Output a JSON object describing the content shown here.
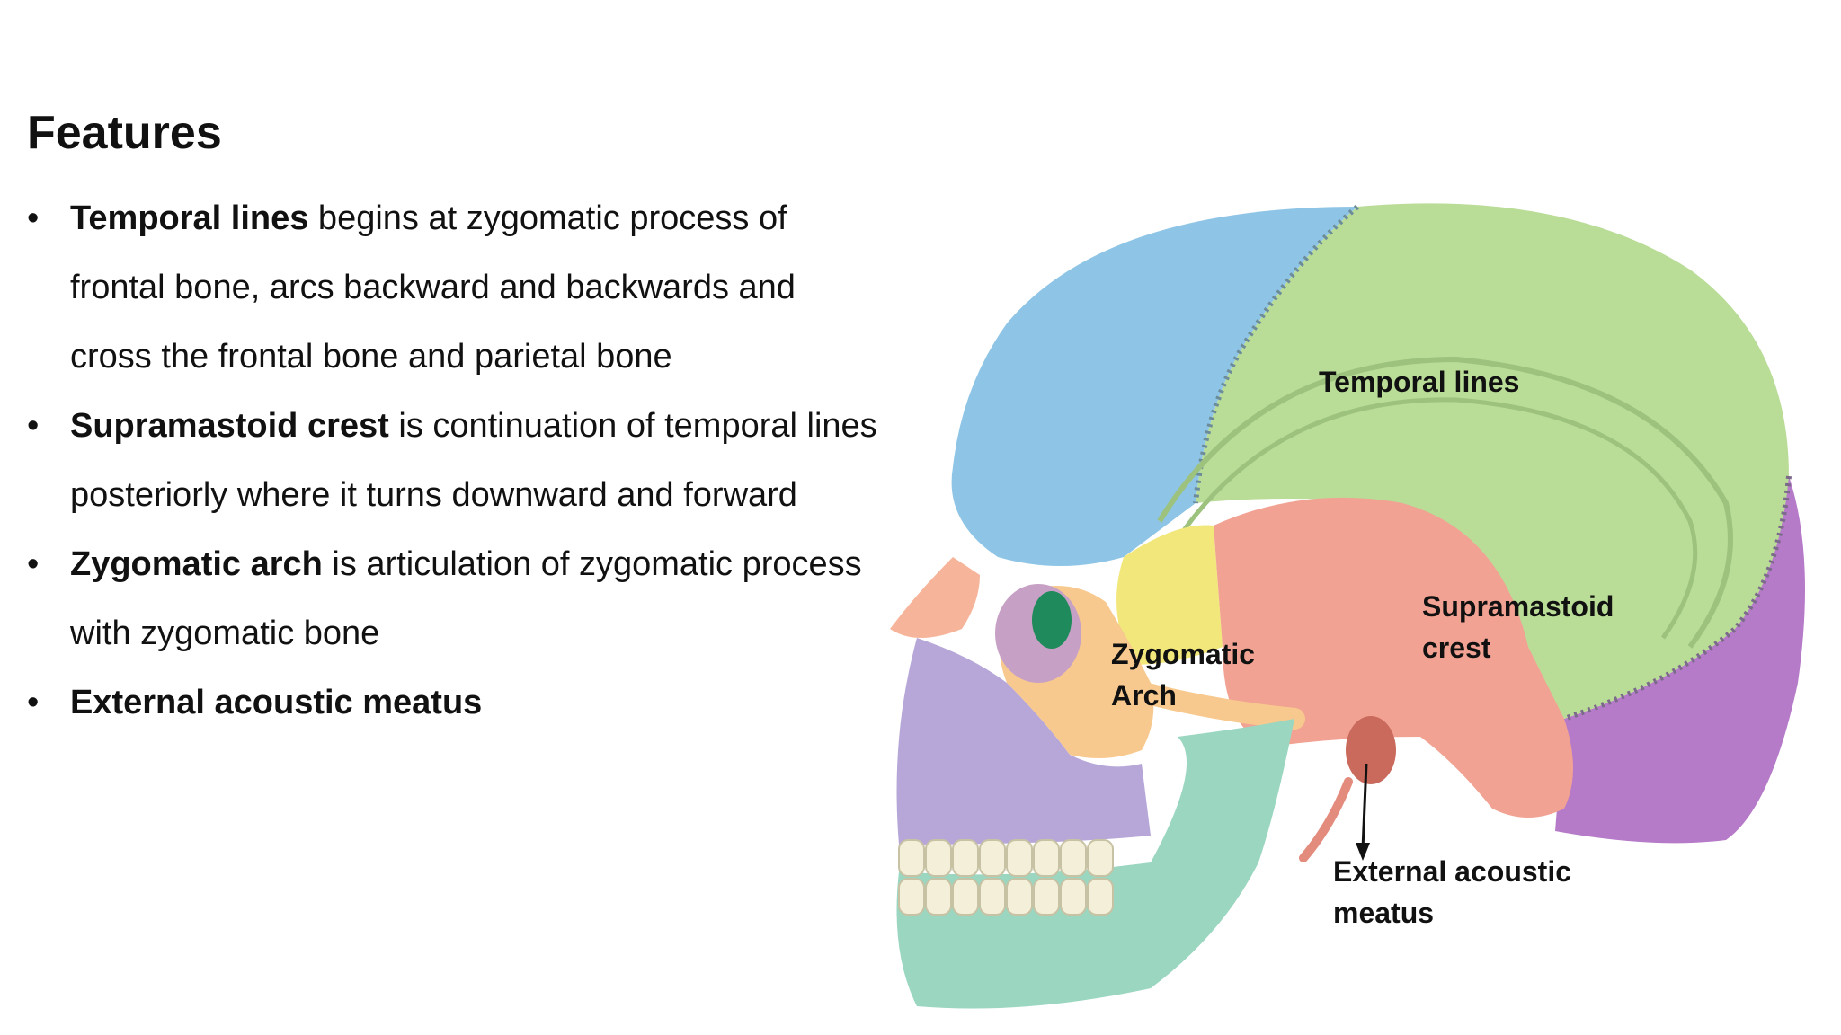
{
  "title": "Features",
  "bullets": [
    {
      "term": "Temporal lines",
      "text": " begins at zygomatic process of frontal bone, arcs backward and backwards and cross the frontal bone and parietal bone"
    },
    {
      "term": "Supramastoid crest",
      "text": " is continuation of temporal lines posteriorly where it turns downward and forward"
    },
    {
      "term": "Zygomatic arch",
      "text": " is articulation of zygomatic process with zygomatic bone"
    },
    {
      "term": "External acoustic meatus",
      "text": ""
    }
  ],
  "figure_labels": {
    "temporal_lines": "Temporal lines",
    "supramastoid_1": "Supramastoid",
    "supramastoid_2": "crest",
    "zygomatic_1": "Zygomatic",
    "zygomatic_2": "Arch",
    "eam_1": "External acoustic",
    "eam_2": "meatus"
  },
  "colors": {
    "frontal": "#8ec5e6",
    "parietal": "#b9dc97",
    "temporal": "#f2a293",
    "occipital": "#b57ac8",
    "sphenoid": "#f2e77a",
    "zygomatic": "#f7c98e",
    "maxilla": "#b7a7d8",
    "mandible": "#9ad6c0",
    "teeth": "#f3efd9"
  }
}
